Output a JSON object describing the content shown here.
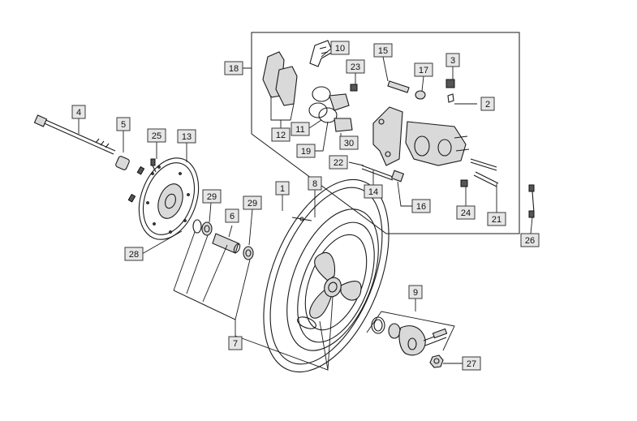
{
  "diagram": {
    "callouts": [
      {
        "id": "c1",
        "label": "1"
      },
      {
        "id": "c2",
        "label": "2"
      },
      {
        "id": "c3",
        "label": "3"
      },
      {
        "id": "c4",
        "label": "4"
      },
      {
        "id": "c5",
        "label": "5"
      },
      {
        "id": "c6",
        "label": "6"
      },
      {
        "id": "c7",
        "label": "7"
      },
      {
        "id": "c8",
        "label": "8"
      },
      {
        "id": "c9",
        "label": "9"
      },
      {
        "id": "c10",
        "label": "10"
      },
      {
        "id": "c11",
        "label": "11"
      },
      {
        "id": "c12",
        "label": "12"
      },
      {
        "id": "c13",
        "label": "13"
      },
      {
        "id": "c14",
        "label": "14"
      },
      {
        "id": "c15",
        "label": "15"
      },
      {
        "id": "c16",
        "label": "16"
      },
      {
        "id": "c17",
        "label": "17"
      },
      {
        "id": "c18",
        "label": "18"
      },
      {
        "id": "c19",
        "label": "19"
      },
      {
        "id": "c21",
        "label": "21"
      },
      {
        "id": "c22",
        "label": "22"
      },
      {
        "id": "c23",
        "label": "23"
      },
      {
        "id": "c24",
        "label": "24"
      },
      {
        "id": "c25",
        "label": "25"
      },
      {
        "id": "c26",
        "label": "26"
      },
      {
        "id": "c27",
        "label": "27"
      },
      {
        "id": "c28",
        "label": "28"
      },
      {
        "id": "c29a",
        "label": "29"
      },
      {
        "id": "c29b",
        "label": "29"
      },
      {
        "id": "c30",
        "label": "30"
      }
    ]
  }
}
